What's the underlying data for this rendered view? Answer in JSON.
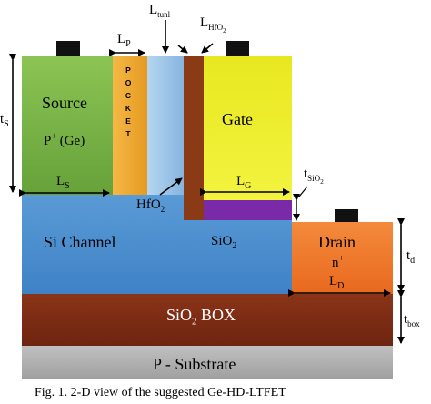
{
  "regions": {
    "source_title": "Source",
    "source_doping": "P",
    "source_doping_sup": "+",
    "source_material": " (Ge)",
    "pocket_letters": [
      "P",
      "O",
      "C",
      "K",
      "E",
      "T"
    ],
    "gate": "Gate",
    "si_channel": "Si Channel",
    "drain_title": "Drain",
    "drain_doping": "n",
    "drain_doping_sup": "+",
    "box": "SiO",
    "box_sub": "2",
    "box_suffix": " BOX",
    "substrate": "P - Substrate",
    "hfo2": "HfO",
    "hfo2_sub": "2",
    "sio2": "SiO",
    "sio2_sub": "2"
  },
  "dimensions": {
    "lp_main": "L",
    "lp_sub": "P",
    "ltunl_main": "L",
    "ltunl_sub": "tunl",
    "lhfo2_main": "L",
    "lhfo2_sub": "HfO",
    "lhfo2_subsub": "2",
    "ts_main": "t",
    "ts_sub": "S",
    "ls_main": "L",
    "ls_sub": "S",
    "lg_main": "L",
    "lg_sub": "G",
    "tsio2_main": "t",
    "tsio2_sub": "SiO",
    "tsio2_subsub": "2",
    "td_main": "t",
    "td_sub": "d",
    "ld_main": "L",
    "ld_sub": "D",
    "tbox_main": "t",
    "tbox_sub": "box"
  },
  "colors": {
    "source": "#7ab648",
    "pocket": "#f2a932",
    "tunnel": "#9cc4e6",
    "hfo2": "#8b3a16",
    "gate": "#ecec1a",
    "gate_oxide": "#7a2aa8",
    "channel": "#4d8fcf",
    "drain": "#f0782a",
    "box": "#7a2a14",
    "substrate": "#b0b0b0",
    "contact": "#111111"
  },
  "caption": "Fig. 1. 2-D view of the suggested Ge-HD-LTFET"
}
